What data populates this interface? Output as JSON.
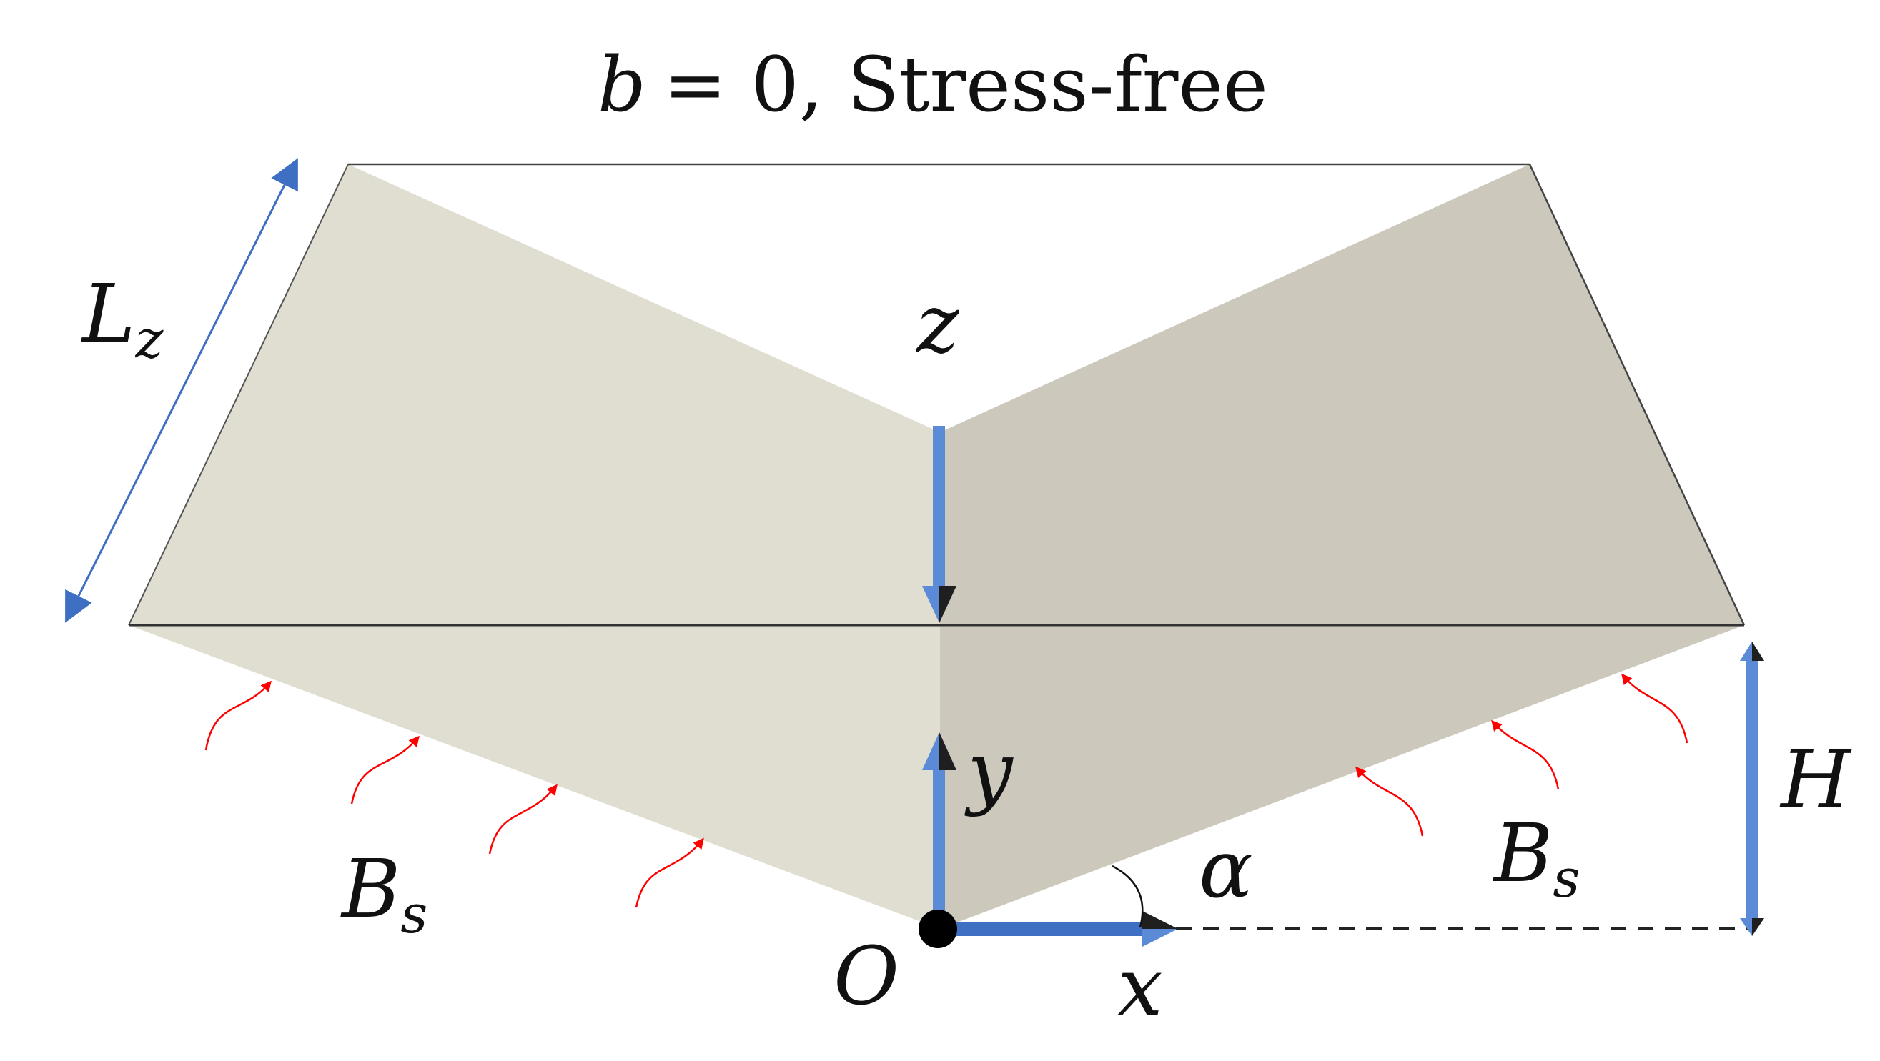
{
  "title": {
    "var": "b",
    "eq": "= 0, Stress-free"
  },
  "labels": {
    "Lz_main": "L",
    "Lz_sub": "z",
    "z": "z",
    "y": "y",
    "x": "x",
    "O": "O",
    "alpha": "α",
    "H": "H",
    "Bs_left_main": "B",
    "Bs_left_sub": "s",
    "Bs_right_main": "B",
    "Bs_right_sub": "s"
  },
  "colors": {
    "left_face": "#e0ddd1",
    "right_face": "#ccc8bc",
    "axis_blue": "#5b8ad6",
    "arrowhead_dark": "#1f1f1f",
    "flux_red": "#ff0000",
    "edge": "#333333",
    "origin": "#000000"
  },
  "icons": {
    "flux_arrows": "red-curved-arrow",
    "origin": "black-dot"
  }
}
